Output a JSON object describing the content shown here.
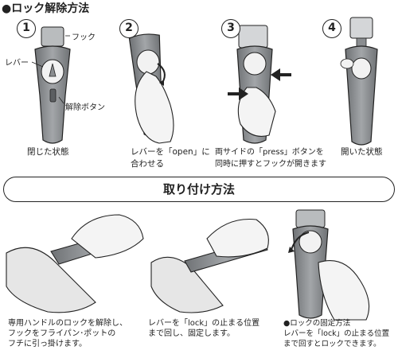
{
  "lock_release": {
    "title": "●ロック解除方法",
    "steps": [
      {
        "number": "1",
        "caption": [
          "閉じた状態"
        ]
      },
      {
        "number": "2",
        "caption": [
          "レバーを「open」に",
          "合わせる"
        ]
      },
      {
        "number": "3",
        "caption": [
          "両サイドの「press」ボタンを",
          "同時に押すとフックが開きます"
        ]
      },
      {
        "number": "4",
        "caption": [
          "開いた状態"
        ]
      }
    ],
    "callouts": {
      "hook": "フック",
      "lever": "レバー",
      "release_button": "解除ボタン"
    }
  },
  "attach": {
    "title": "取り付け方法",
    "captions": [
      [
        "専用ハンドルのロックを解除し、",
        "フックをフライパン･ポットの",
        "フチに引っ掛けます。"
      ],
      [
        "レバーを「lock」の止まる位置",
        "まで回し、固定します。"
      ],
      [
        "●ロックの固定方法",
        "レバーを「lock」の止まる位置",
        "まで回すとロックできます。"
      ]
    ]
  },
  "colors": {
    "ink": "#222222",
    "handle_gray": "#8a8d90",
    "handle_dark": "#5c5f62",
    "handle_light": "#c9cbcd"
  }
}
